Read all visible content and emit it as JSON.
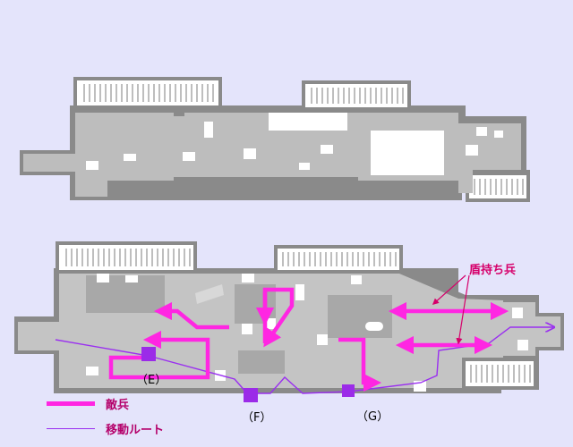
{
  "markers": {
    "E": "（E）",
    "F": "（F）",
    "G": "（G）"
  },
  "callouts": {
    "shield_soldier": "盾持ち兵"
  },
  "legend": {
    "enemy": "敵兵",
    "route": "移動ルート"
  },
  "colors": {
    "background": "#e4e4fb",
    "enemy": "#ff26e2",
    "route": "#9a2ff0",
    "marker": "#9b2be8",
    "callout_text": "#d6006b"
  }
}
